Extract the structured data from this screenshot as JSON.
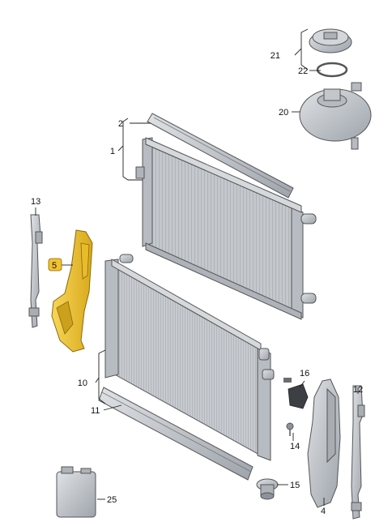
{
  "parts": [
    {
      "id": "p1",
      "label": "1"
    },
    {
      "id": "p2",
      "label": "2"
    },
    {
      "id": "p4",
      "label": "4"
    },
    {
      "id": "p5",
      "label": "5"
    },
    {
      "id": "p10",
      "label": "10"
    },
    {
      "id": "p11",
      "label": "11"
    },
    {
      "id": "p12",
      "label": "12"
    },
    {
      "id": "p13",
      "label": "13"
    },
    {
      "id": "p14",
      "label": "14"
    },
    {
      "id": "p15",
      "label": "15"
    },
    {
      "id": "p16",
      "label": "16"
    },
    {
      "id": "p20",
      "label": "20"
    },
    {
      "id": "p21",
      "label": "21"
    },
    {
      "id": "p22",
      "label": "22"
    },
    {
      "id": "p25",
      "label": "25"
    }
  ],
  "highlight": {
    "part": "5",
    "color": "#f2c230"
  },
  "colors": {
    "metal": "#c9cdd2",
    "metal_dark": "#8d939a",
    "line": "#555555"
  }
}
